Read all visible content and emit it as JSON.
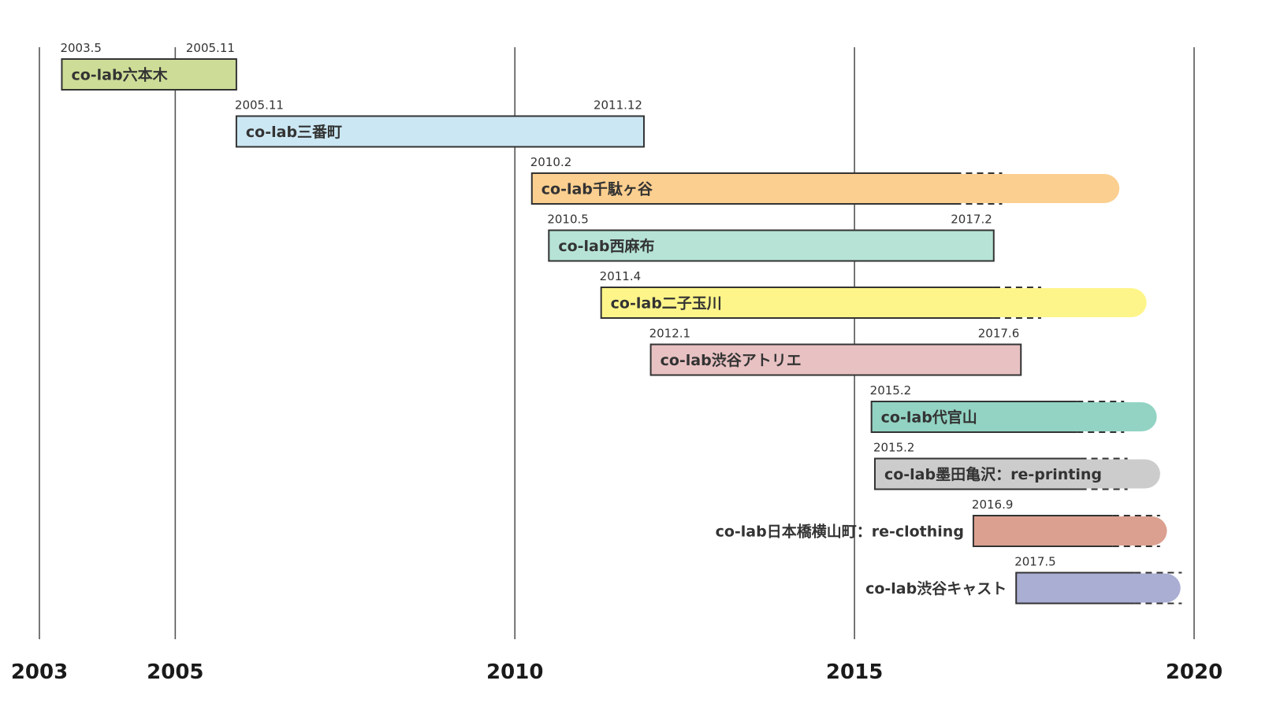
{
  "chart_data": {
    "type": "gantt",
    "x_range": [
      2003,
      2020
    ],
    "x_ticks": [
      "2003",
      "2005",
      "2010",
      "2015",
      "2020"
    ],
    "grid": "vertical lines at major years",
    "tasks": [
      {
        "name": "co-lab六本木",
        "start_label": "2003.5",
        "end_label": "2005.11",
        "start": 2003.33,
        "end": 2005.9,
        "ongoing": false,
        "color": "#cddd97",
        "label_position": "inside"
      },
      {
        "name": "co-lab三番町",
        "start_label": "2005.11",
        "end_label": "2011.12",
        "start": 2005.9,
        "end": 2011.9,
        "ongoing": false,
        "color": "#cbe7f3",
        "label_position": "inside"
      },
      {
        "name": "co-lab千駄ヶ谷",
        "start_label": "2010.2",
        "end_label": "",
        "start": 2010.25,
        "end": 2018.9,
        "ongoing": true,
        "color": "#fbcf8f",
        "label_position": "inside"
      },
      {
        "name": "co-lab西麻布",
        "start_label": "2010.5",
        "end_label": "2017.2",
        "start": 2010.5,
        "end": 2017.05,
        "ongoing": false,
        "color": "#b6e3d6",
        "label_position": "inside"
      },
      {
        "name": "co-lab二子玉川",
        "start_label": "2011.4",
        "end_label": "",
        "start": 2011.27,
        "end": 2019.3,
        "ongoing": true,
        "color": "#fef58a",
        "label_position": "inside"
      },
      {
        "name": "co-lab渋谷アトリエ",
        "start_label": "2012.1",
        "end_label": "2017.6",
        "start": 2012.0,
        "end": 2017.45,
        "ongoing": false,
        "color": "#e8c1c3",
        "label_position": "inside"
      },
      {
        "name": "co-lab代官山",
        "start_label": "2015.2",
        "end_label": "",
        "start": 2015.25,
        "end": 2019.45,
        "ongoing": true,
        "color": "#92d3c3",
        "label_position": "inside"
      },
      {
        "name": "co-lab墨田亀沢：re-printing",
        "start_label": "2015.2",
        "end_label": "",
        "start": 2015.3,
        "end": 2019.5,
        "ongoing": true,
        "color": "#cccccc",
        "label_position": "inside"
      },
      {
        "name": "co-lab日本橋横山町：re-clothing",
        "start_label": "2016.9",
        "end_label": "",
        "start": 2016.75,
        "end": 2019.6,
        "ongoing": true,
        "color": "#dba08f",
        "label_position": "left"
      },
      {
        "name": "co-lab渋谷キャスト",
        "start_label": "2017.5",
        "end_label": "",
        "start": 2017.38,
        "end": 2019.8,
        "ongoing": true,
        "color": "#aaaed3",
        "label_position": "left"
      }
    ]
  }
}
